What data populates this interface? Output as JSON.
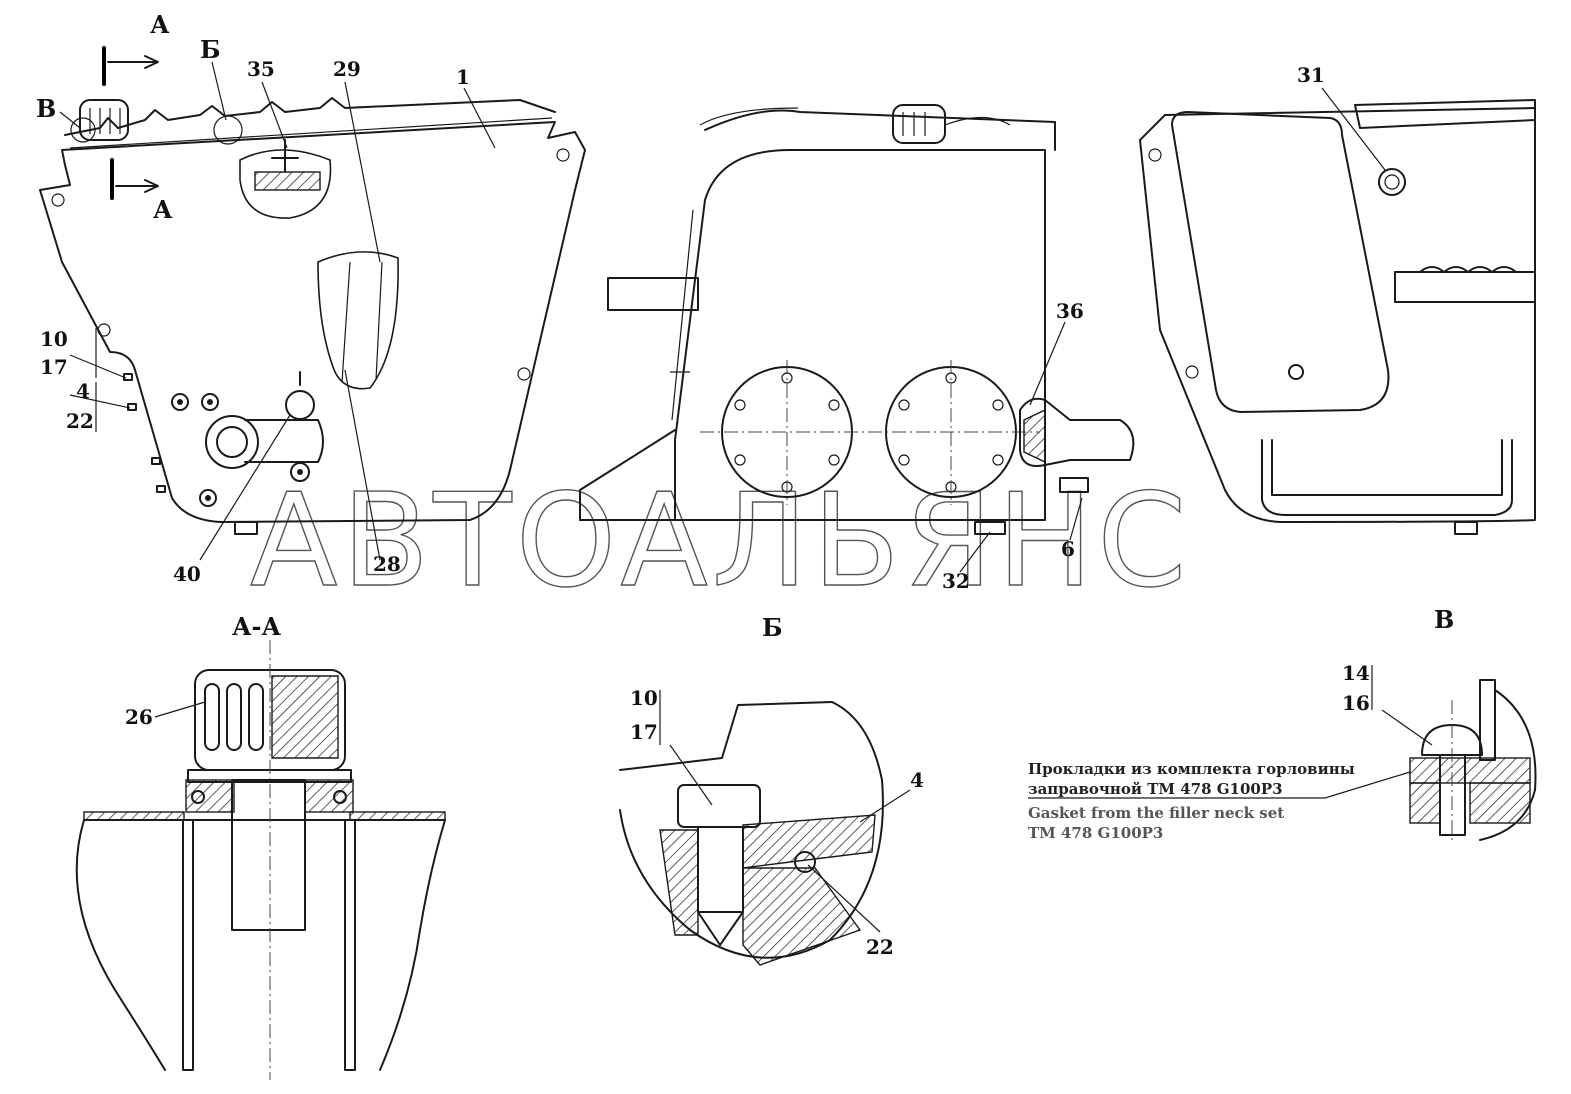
{
  "watermark": "АВТОАЛЬЯНС",
  "section_marks": {
    "section_top": "А",
    "section_bottom": "А",
    "detail_b": "Б",
    "detail_v": "В"
  },
  "callouts": {
    "c1": "1",
    "c35": "35",
    "c29": "29",
    "c10": "10",
    "c17": "17",
    "c4": "4",
    "c22": "22",
    "c40": "40",
    "c28": "28",
    "c36": "36",
    "c32": "32",
    "c6": "6",
    "c31": "31",
    "c26": "26",
    "b10": "10",
    "b17": "17",
    "b4": "4",
    "b22": "22",
    "v14": "14",
    "v16": "16"
  },
  "view_titles": {
    "aa": "А-А",
    "b": "Б",
    "v": "В"
  },
  "note": {
    "ru_line1": "Прокладки из комплекта горловины",
    "ru_line2": "заправочной ТМ 478 G100P3",
    "en_line1": "Gasket from the filler neck set",
    "en_line2": "TM 478 G100P3"
  }
}
